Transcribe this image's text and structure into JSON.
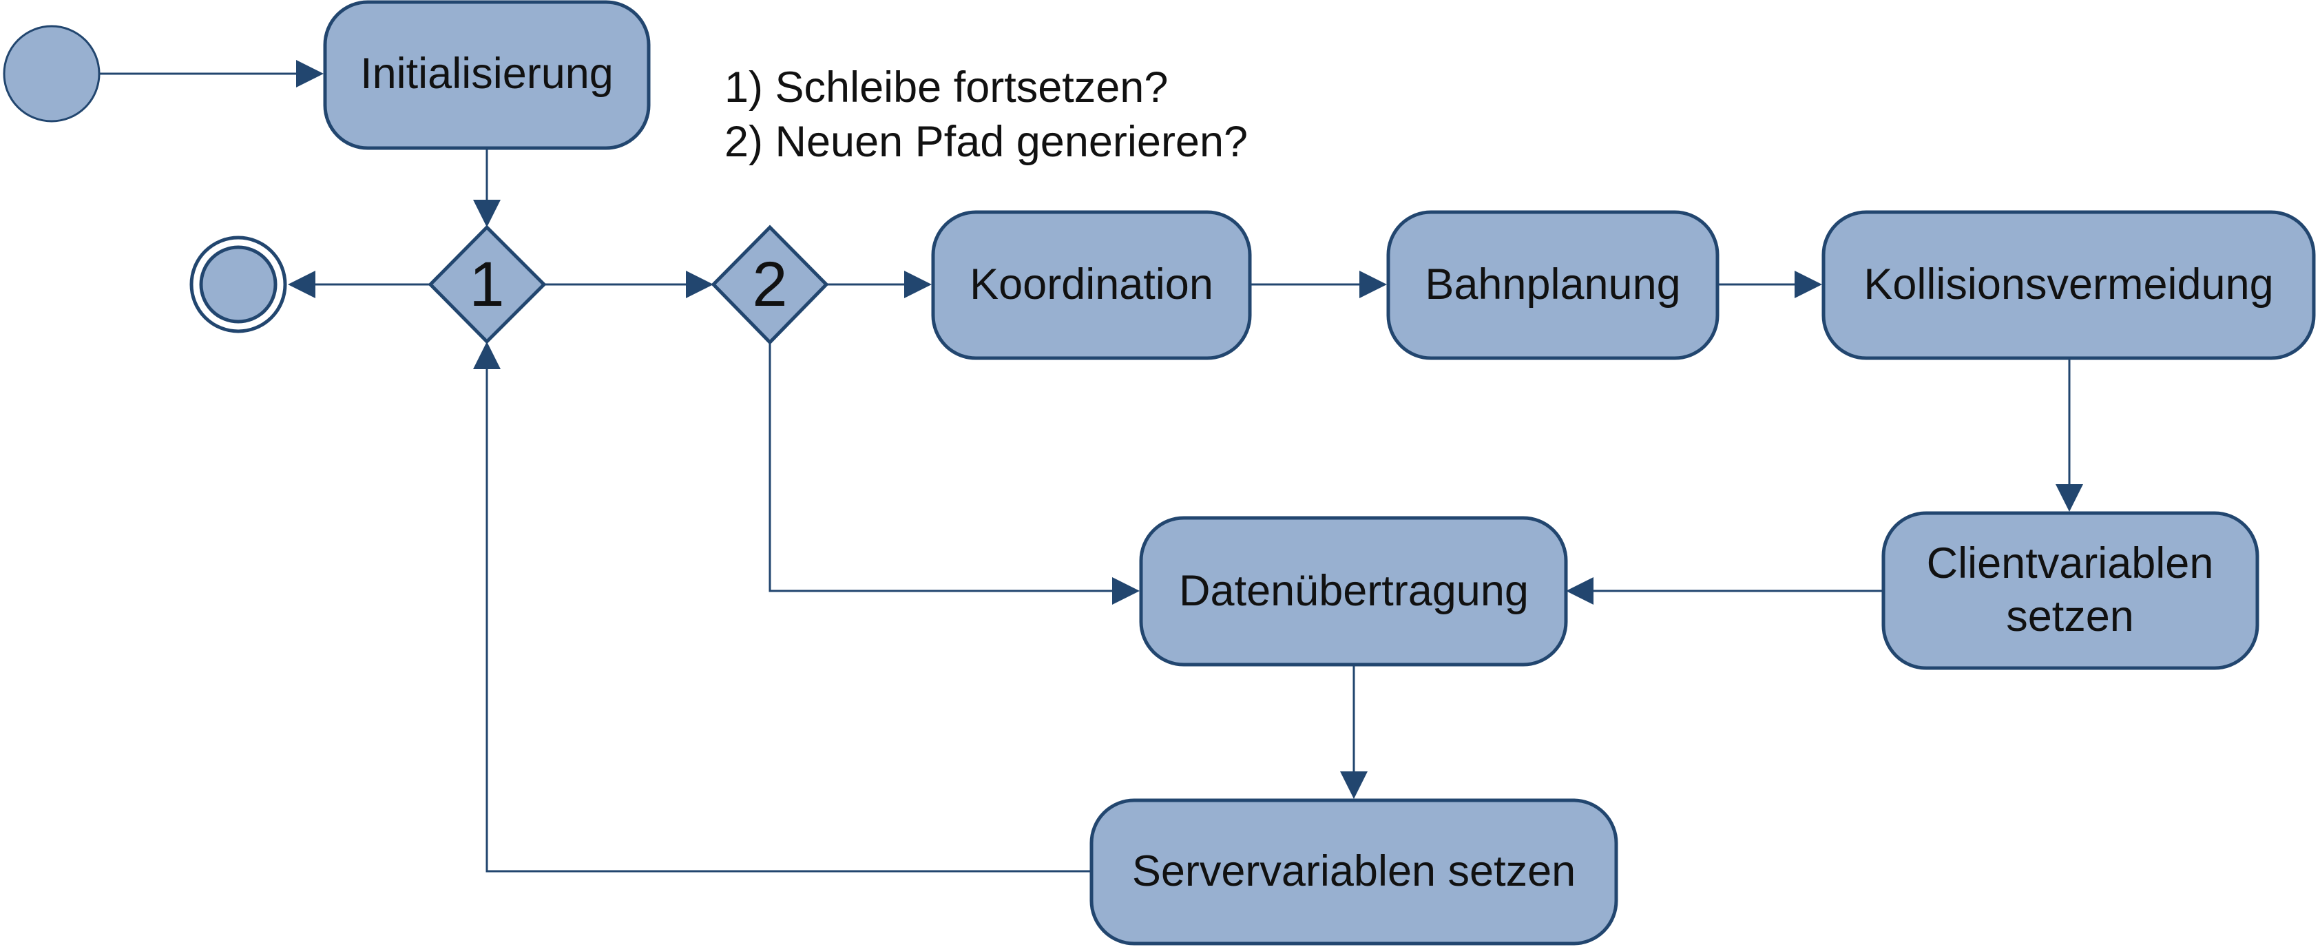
{
  "nodes": {
    "initialisierung": "Initialisierung",
    "koordination": "Koordination",
    "bahnplanung": "Bahnplanung",
    "kollisionsvermeidung": "Kollisionsvermeidung",
    "clientvariablen_line1": "Clientvariablen",
    "clientvariablen_line2": "setzen",
    "datenuebertragung": "Datenübertragung",
    "servervariablen": "Servervariablen setzen"
  },
  "decisions": {
    "d1": "1",
    "d2": "2"
  },
  "notes": {
    "question_1": "1) Schleibe fortsetzen?",
    "question_2": "2) Neuen Pfad generieren?"
  },
  "colors": {
    "node_fill": "#98b0d0",
    "stroke": "#22466f"
  }
}
